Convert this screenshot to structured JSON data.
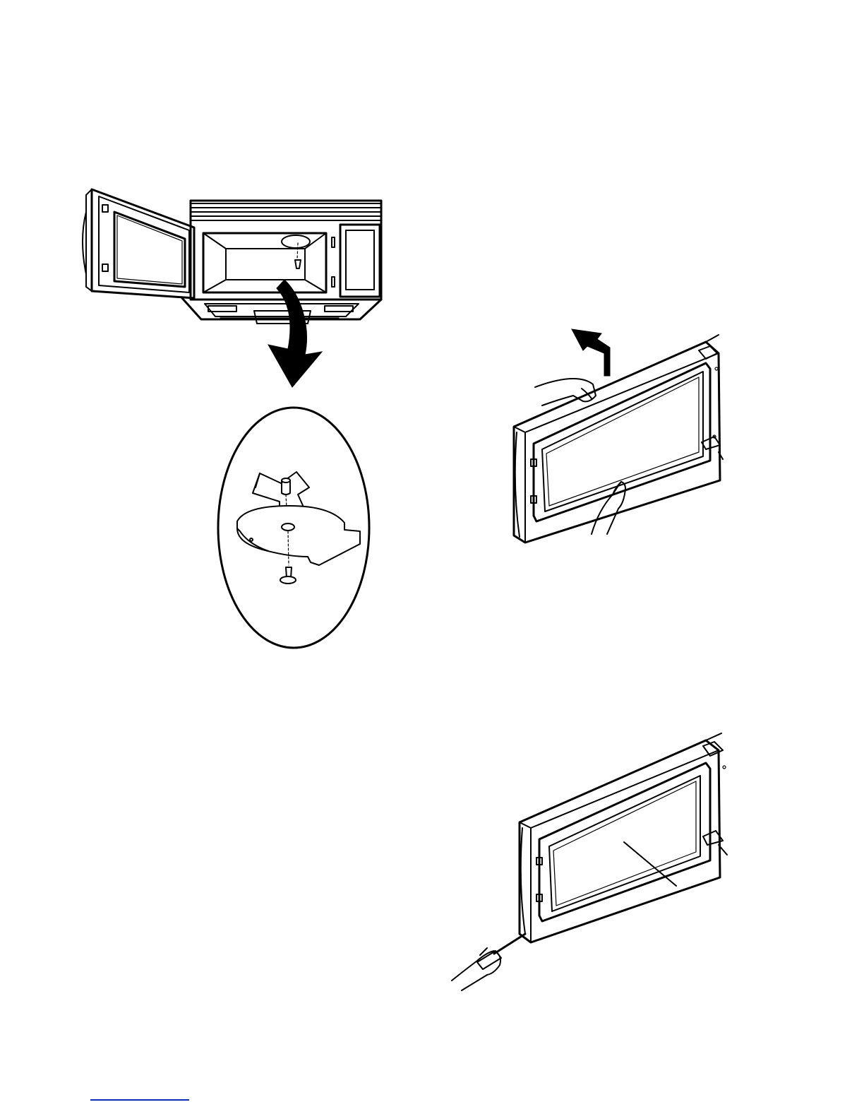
{
  "colors": {
    "line": "#000000",
    "background": "#ffffff",
    "footer_rule": "#0f2ab5"
  },
  "figures": [
    {
      "id": "oven-turntable-removal",
      "depicts": [
        "oven-open-door",
        "down-arrow",
        "turntable-detail-callout"
      ]
    },
    {
      "id": "door-lift-removal",
      "depicts": [
        "door-panel",
        "hands",
        "up-arrow"
      ]
    },
    {
      "id": "door-panel-pry",
      "depicts": [
        "door-panel",
        "hand-with-screwdriver",
        "leader-line"
      ]
    }
  ]
}
